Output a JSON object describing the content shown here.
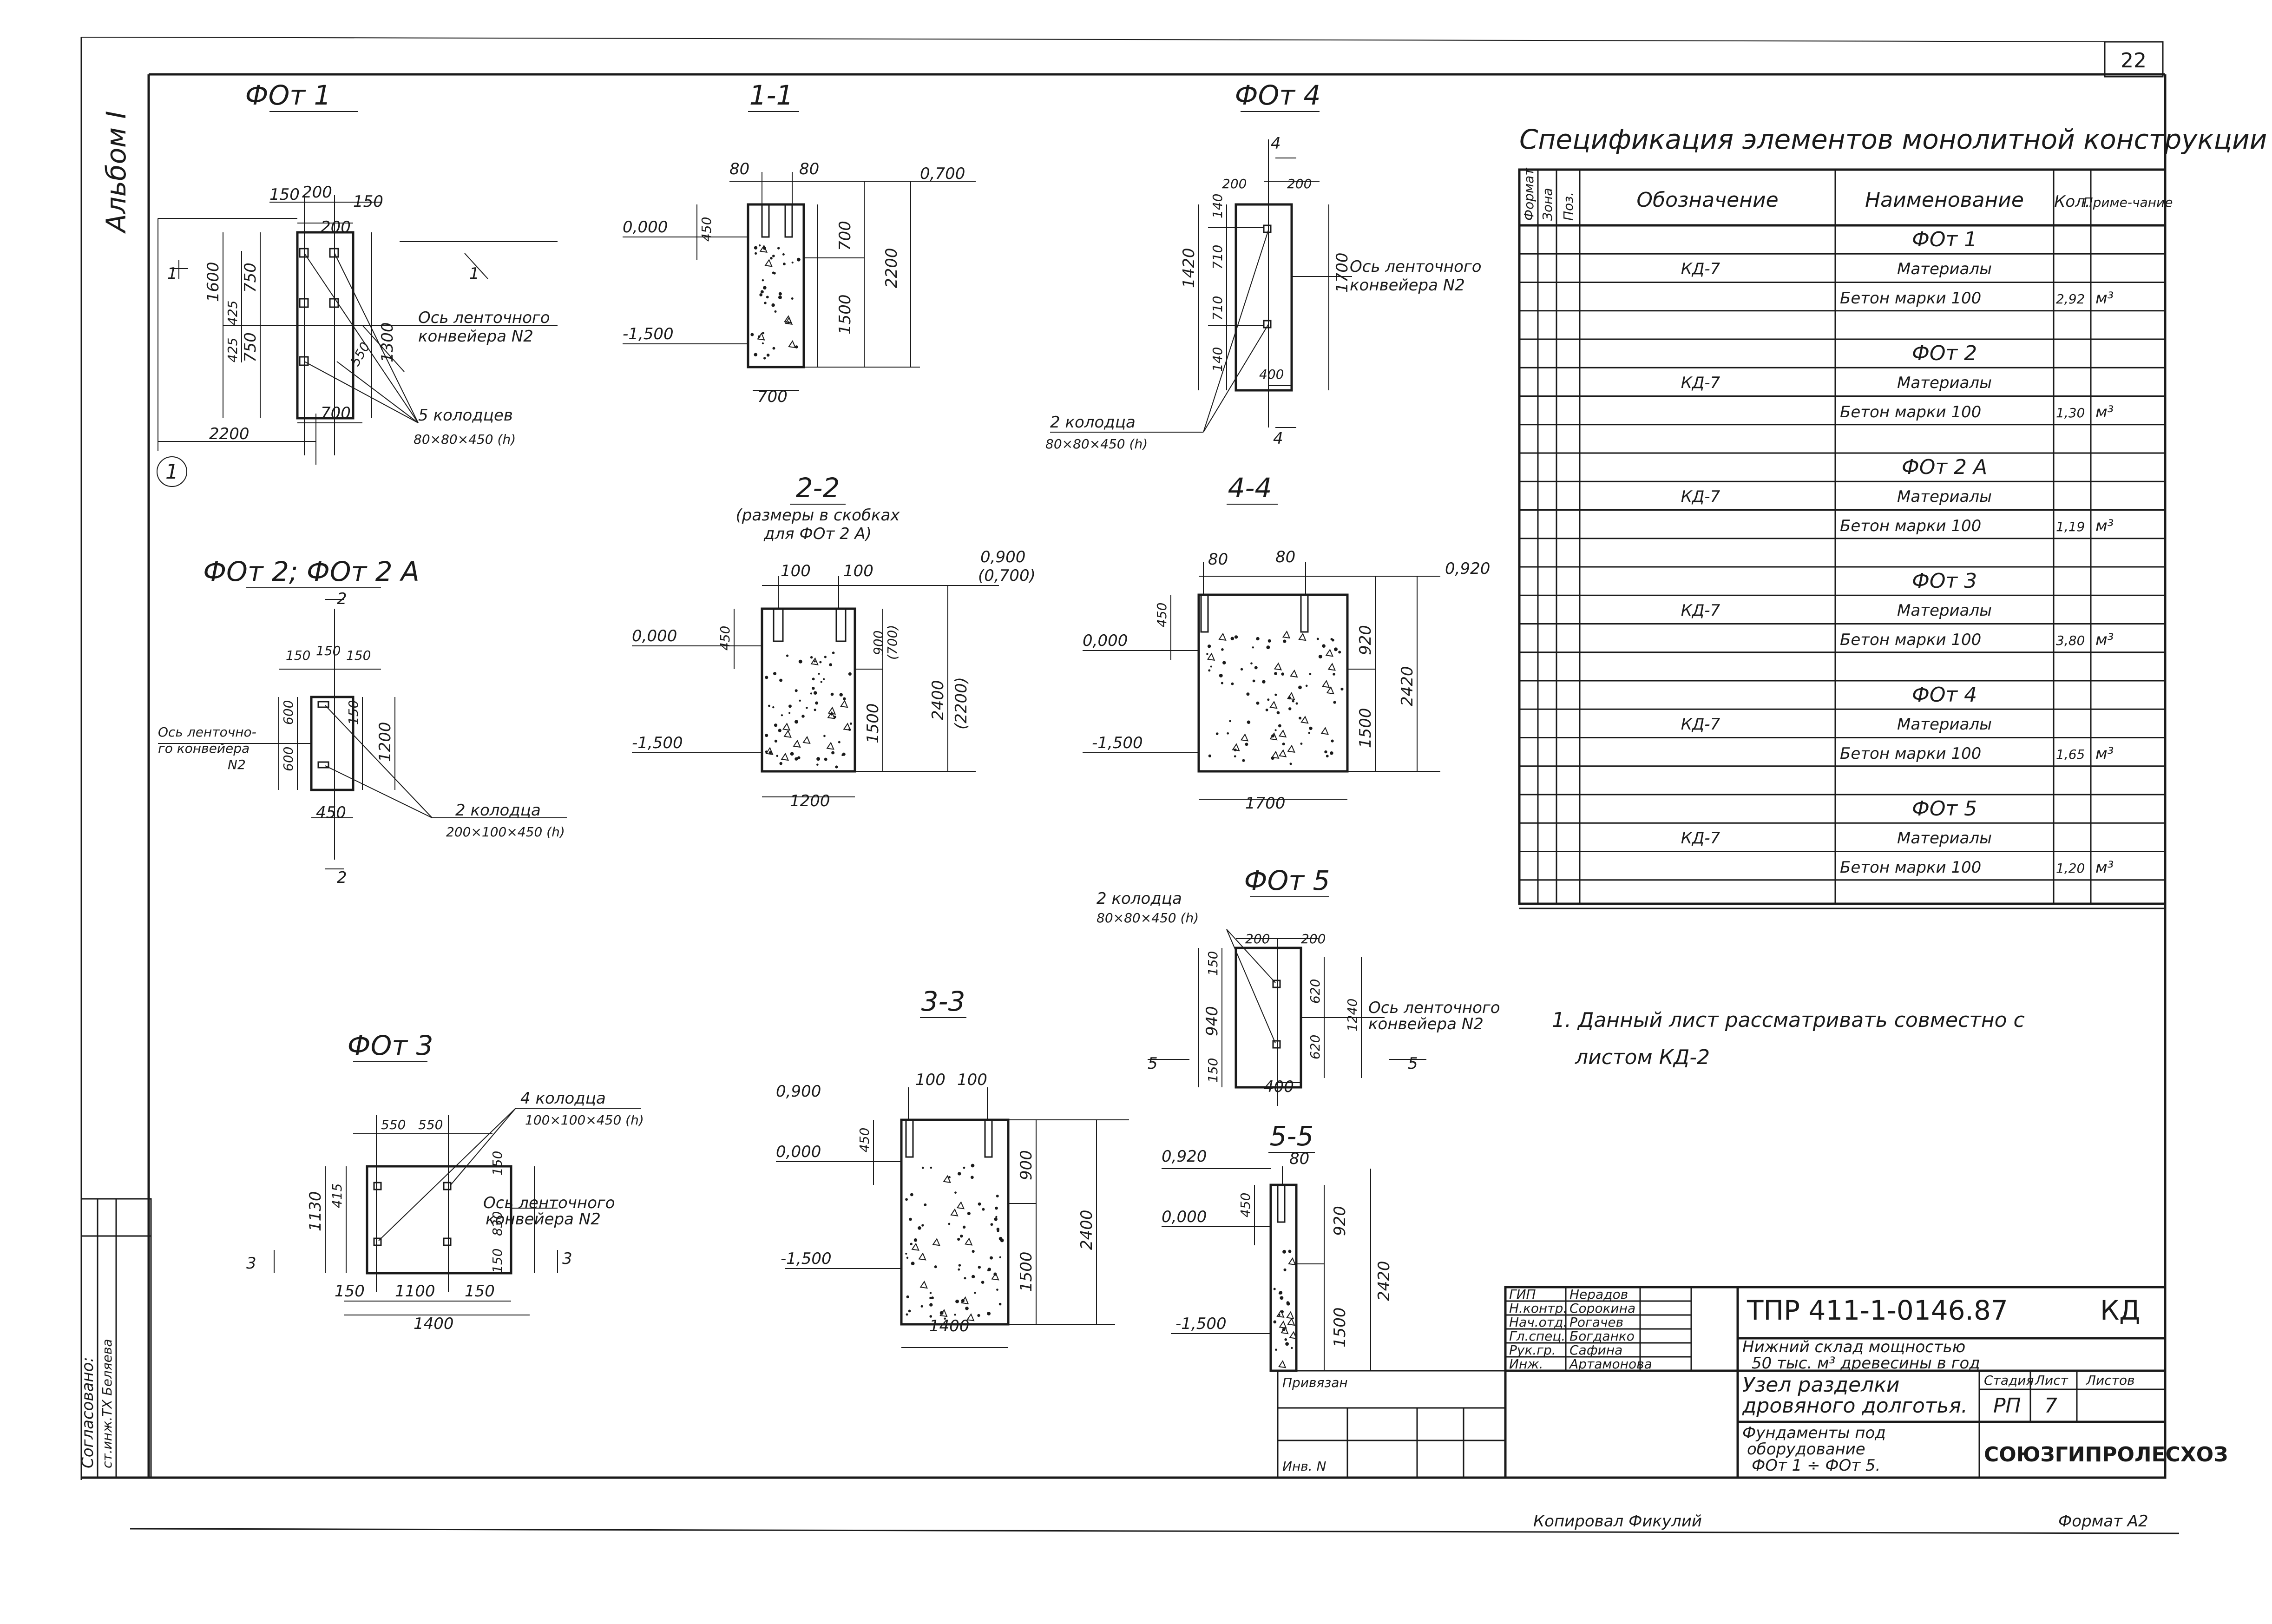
{
  "sheet": {
    "number": "22",
    "album": "Альбом I",
    "approved": "Согласовано:",
    "approved_by": "ст.инж.ТХ Беляева",
    "bottom_left_sign": "Копировал Фикулий",
    "bottom_right_format": "Формат А2"
  },
  "fom1": {
    "title": "ФОт 1",
    "dims": [
      "150",
      "200",
      "150",
      "200",
      "750",
      "750",
      "1600",
      "425",
      "425",
      "1300",
      "700",
      "2200",
      "550"
    ],
    "axis_label": [
      "Ось ленточного",
      "конвейера N2"
    ],
    "wells": [
      "5 колодцев",
      "80×80×450 (h)"
    ],
    "section_mark": "1",
    "axis_number": "1"
  },
  "s11": {
    "title": "1-1",
    "dims": [
      "80",
      "80",
      "450",
      "700",
      "1500",
      "2200",
      "700"
    ],
    "levels": [
      "0,700",
      "0,000",
      "-1,500"
    ]
  },
  "fom4": {
    "title": "ФОт 4",
    "dims": [
      "200",
      "200",
      "140",
      "710",
      "710",
      "1420",
      "140",
      "1700",
      "400"
    ],
    "axis_label": [
      "Ось ленточного",
      "конвейера N2"
    ],
    "wells": [
      "2 колодца",
      "80×80×450 (h)"
    ],
    "section_mark": "4"
  },
  "s22": {
    "title": "2-2",
    "note": [
      "(размеры в скобках",
      "для ФОт 2 А)"
    ],
    "dims": [
      "100",
      "100",
      "450",
      "900",
      "(700)",
      "1500",
      "2400",
      "(2200)",
      "1200"
    ],
    "levels": [
      "0,900",
      "(0,700)",
      "0,000",
      "-1,500"
    ]
  },
  "s44": {
    "title": "4-4",
    "dims": [
      "80",
      "80",
      "450",
      "920",
      "1500",
      "2420",
      "1700"
    ],
    "levels": [
      "0,920",
      "0,000",
      "-1,500"
    ]
  },
  "fom2": {
    "title": "ФОт 2; ФОт 2 А",
    "dims": [
      "150",
      "150",
      "150",
      "600",
      "600",
      "1200",
      "150",
      "450"
    ],
    "axis_label": [
      "Ось ленточно-",
      "го конвейера",
      "N2"
    ],
    "wells": [
      "2 колодца",
      "200×100×450 (h)"
    ],
    "section_mark": "2"
  },
  "fom5": {
    "title": "ФОт 5",
    "dims": [
      "200",
      "200",
      "150",
      "940",
      "620",
      "620",
      "1240",
      "150",
      "400"
    ],
    "axis_label": [
      "Ось ленточного",
      "конвейера N2"
    ],
    "wells": [
      "2 колодца",
      "80×80×450 (h)"
    ],
    "section_mark": "5"
  },
  "fom3": {
    "title": "ФОт 3",
    "dims": [
      "550",
      "550",
      "415",
      "1130",
      "150",
      "830",
      "150",
      "150",
      "1100",
      "150",
      "1400"
    ],
    "axis_label": [
      "Ось ленточного",
      "конвейера N2"
    ],
    "wells": [
      "4 колодца",
      "100×100×450 (h)"
    ],
    "section_mark": "3"
  },
  "s33": {
    "title": "3-3",
    "dims": [
      "100",
      "100",
      "450",
      "900",
      "1500",
      "2400",
      "1400"
    ],
    "levels": [
      "0,900",
      "0,000",
      "-1,500"
    ]
  },
  "s55": {
    "title": "5-5",
    "dims": [
      "80",
      "450",
      "920",
      "1500",
      "2420"
    ],
    "levels": [
      "0,920",
      "0,000",
      "-1,500"
    ]
  },
  "spec": {
    "title": "Спецификация элементов монолитной конструкции",
    "headers": {
      "format": "Формат",
      "zone": "Зона",
      "pos": "Поз.",
      "designation": "Обозначение",
      "name": "Наименование",
      "qty": "Кол.",
      "note": "Приме-чание"
    },
    "groups": [
      {
        "title": "ФОт 1",
        "doc": "КД-7",
        "materials": "Материалы",
        "item": "Бетон марки 100",
        "qty": "2,92",
        "unit": "м³"
      },
      {
        "title": "ФОт 2",
        "doc": "КД-7",
        "materials": "Материалы",
        "item": "Бетон марки 100",
        "qty": "1,30",
        "unit": "м³"
      },
      {
        "title": "ФОт 2 А",
        "doc": "КД-7",
        "materials": "Материалы",
        "item": "Бетон марки 100",
        "qty": "1,19",
        "unit": "м³"
      },
      {
        "title": "ФОт 3",
        "doc": "КД-7",
        "materials": "Материалы",
        "item": "Бетон марки 100",
        "qty": "3,80",
        "unit": "м³"
      },
      {
        "title": "ФОт 4",
        "doc": "КД-7",
        "materials": "Материалы",
        "item": "Бетон марки 100",
        "qty": "1,65",
        "unit": "м³"
      },
      {
        "title": "ФОт 5",
        "doc": "КД-7",
        "materials": "Материалы",
        "item": "Бетон марки 100",
        "qty": "1,20",
        "unit": "м³"
      }
    ]
  },
  "note": [
    "1. Данный лист рассматривать совместно с",
    "листом КД-2"
  ],
  "stamp": {
    "roles": [
      "ГИП",
      "Н.контр.",
      "Нач.отд.",
      "Гл.спец.",
      "Рук.гр.",
      "Инж."
    ],
    "names": [
      "Нерадов",
      "Сорокина",
      "Рогачев",
      "Богданко",
      "Сафина",
      "Артамонова"
    ],
    "code": "ТПР 411-1-0146.87",
    "mark": "КД",
    "project": [
      "Нижний склад мощностью",
      "50 тыс. м³ древесины в год"
    ],
    "node": [
      "Узел разделки",
      "дровяного долготья."
    ],
    "drawing": [
      "Фундаменты под",
      "оборудование",
      "ФОт 1 ÷ ФОт 5."
    ],
    "stage_h": "Стадия",
    "sheet_h": "Лист",
    "sheets_h": "Листов",
    "stage": "РП",
    "sheet": "7",
    "org": "СОЮЗГИПРОЛЕСХОЗ",
    "attached": "Привязан",
    "inv": "Инв. N"
  }
}
